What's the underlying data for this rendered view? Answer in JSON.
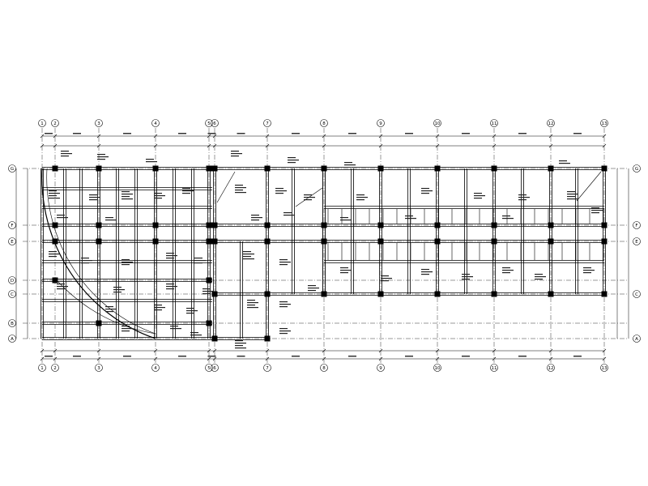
{
  "drawing": {
    "title": "",
    "axes_top": [
      "1",
      "2",
      "3",
      "4",
      "5",
      "6",
      "7",
      "8",
      "9",
      "10",
      "11",
      "12",
      "13"
    ],
    "axes_bottom": [
      "1",
      "2",
      "3",
      "4",
      "5",
      "6",
      "7",
      "8",
      "9",
      "10",
      "11",
      "12",
      "13"
    ],
    "axes_left": [
      "G",
      "F",
      "E",
      "D",
      "C",
      "B",
      "A"
    ],
    "axes_right": [
      "G",
      "F",
      "E",
      "C",
      "A"
    ]
  }
}
